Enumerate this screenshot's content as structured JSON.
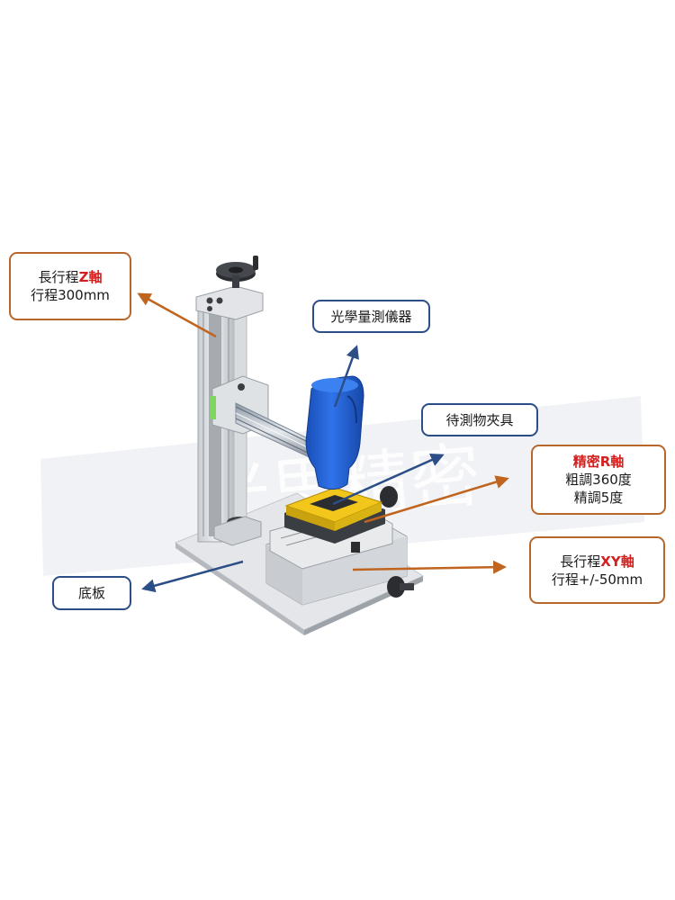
{
  "watermark": "光思精密",
  "callouts": {
    "z_axis": {
      "line1_prefix": "長行程",
      "line1_highlight": "Z軸",
      "line2": "行程300mm"
    },
    "optical": {
      "text": "光學量測儀器"
    },
    "fixture": {
      "text": "待測物夾具"
    },
    "r_axis": {
      "line1_highlight": "精密R軸",
      "line2": "粗調360度",
      "line3": "精調5度"
    },
    "xy_axis": {
      "line1_prefix": "長行程",
      "line1_highlight": "XY軸",
      "line2": "行程+/-50mm"
    },
    "base": {
      "text": "底板"
    }
  },
  "colors": {
    "orange_border": "#b8672c",
    "blue_border": "#2c4e86",
    "highlight_red": "#d41f1f",
    "arrow_orange": "#c0651f",
    "arrow_blue": "#2c4e86",
    "device_blue": "#1e5fd6",
    "fixture_yellow": "#f2c61a"
  }
}
